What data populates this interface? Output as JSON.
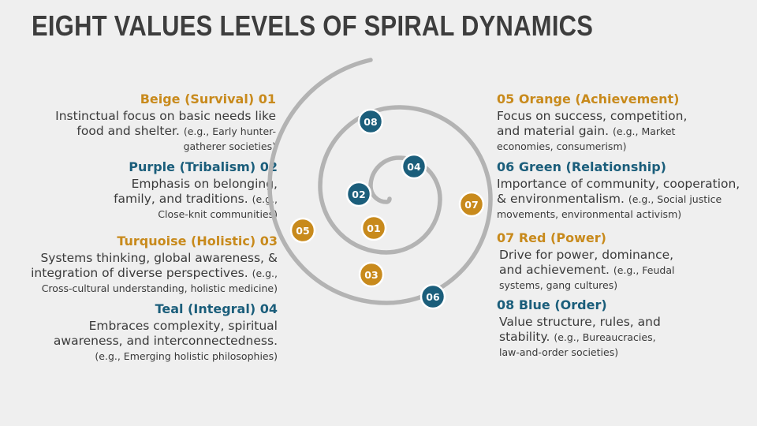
{
  "title": "EIGHT VALUES LEVELS OF SPIRAL DYNAMICS",
  "colors": {
    "gold": "#c88a1c",
    "teal": "#1b5e7b",
    "spiral": "#b3b3b3"
  },
  "levels": [
    {
      "num": "01",
      "name": "Beige (Survival)",
      "desc": "Instinctual focus on basic needs like food and shelter.",
      "example": "(e.g., Early hunter-gatherer societies)",
      "color": "gold"
    },
    {
      "num": "02",
      "name": "Purple (Tribalism)",
      "desc": "Emphasis on belonging, family, and traditions.",
      "example": "(e.g., Close-knit communities)",
      "color": "teal"
    },
    {
      "num": "03",
      "name": "Turquoise (Holistic)",
      "desc": "Systems thinking, global awareness, & integration of diverse perspectives.",
      "example": "(e.g., Cross-cultural understanding, holistic medicine)",
      "color": "gold"
    },
    {
      "num": "04",
      "name": "Teal (Integral)",
      "desc": "Embraces complexity, spiritual awareness, and interconnectedness.",
      "example": "(e.g., Emerging holistic philosophies)",
      "color": "teal"
    },
    {
      "num": "05",
      "name": "Orange (Achievement)",
      "desc": "Focus on success, competition, and material gain.",
      "example": "(e.g., Market economies, consumerism)",
      "color": "gold"
    },
    {
      "num": "06",
      "name": "Green (Relationship)",
      "desc": "Importance of community, cooperation, & environmentalism.",
      "example": "(e.g., Social justice movements, environmental activism)",
      "color": "teal"
    },
    {
      "num": "07",
      "name": "Red (Power)",
      "desc": "Drive for power, dominance, and achievement.",
      "example": "(e.g., Feudal systems, gang cultures)",
      "color": "gold"
    },
    {
      "num": "08",
      "name": "Blue (Order)",
      "desc": "Value structure, rules, and stability.",
      "example": "(e.g., Bureaucracies, law-and-order societies)",
      "color": "teal"
    }
  ]
}
